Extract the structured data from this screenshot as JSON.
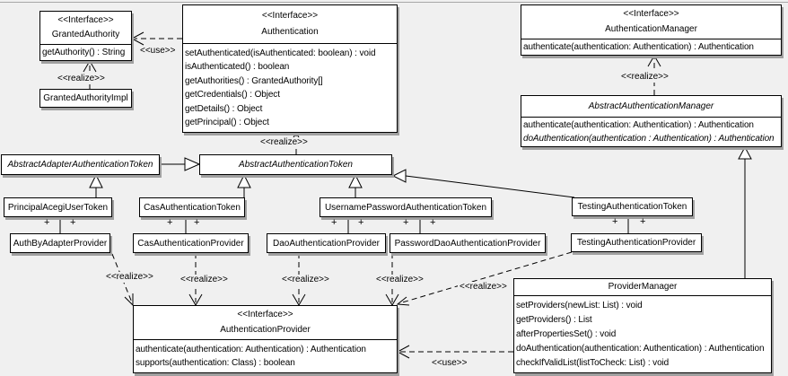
{
  "diagram": {
    "background_color": "#f0f0f0",
    "node_fill": "#ffffff",
    "border_color": "#000000",
    "shadow_color": "#a0a0a0"
  },
  "nodes": {
    "granted_authority": {
      "stereotype": "<<Interface>>",
      "name": "GrantedAuthority",
      "methods": [
        "getAuthority() : String"
      ]
    },
    "granted_authority_impl": {
      "name": "GrantedAuthorityImpl"
    },
    "authentication": {
      "stereotype": "<<Interface>>",
      "name": "Authentication",
      "methods": [
        "setAuthenticated(isAuthenticated: boolean) : void",
        "isAuthenticated() : boolean",
        "getAuthorities() : GrantedAuthority[]",
        "getCredentials() : Object",
        "getDetails() : Object",
        "getPrincipal() : Object"
      ]
    },
    "authentication_manager": {
      "stereotype": "<<Interface>>",
      "name": "AuthenticationManager",
      "methods": [
        "authenticate(authentication: Authentication) : Authentication"
      ]
    },
    "abstract_authentication_manager": {
      "name": "AbstractAuthenticationManager",
      "methods": [
        "authenticate(authentication: Authentication) : Authentication",
        "doAuthentication(authentication : Authentication) : Authentication"
      ]
    },
    "abstract_adapter_authentication_token": {
      "name": "AbstractAdapterAuthenticationToken"
    },
    "abstract_authentication_token": {
      "name": "AbstractAuthenticationToken"
    },
    "principal_acegi_user_token": {
      "name": "PrincipalAcegiUserToken"
    },
    "cas_authentication_token": {
      "name": "CasAuthenticationToken"
    },
    "username_password_authentication_token": {
      "name": "UsernamePasswordAuthenticationToken"
    },
    "testing_authentication_token": {
      "name": "TestingAuthenticationToken"
    },
    "auth_by_adapter_provider": {
      "name": "AuthByAdapterProvider"
    },
    "cas_authentication_provider": {
      "name": "CasAuthenticationProvider"
    },
    "dao_authentication_provider": {
      "name": "DaoAuthenticationProvider"
    },
    "password_dao_authentication_provider": {
      "name": "PasswordDaoAuthenticationProvider"
    },
    "testing_authentication_provider": {
      "name": "TestingAuthenticationProvider"
    },
    "authentication_provider": {
      "stereotype": "<<Interface>>",
      "name": "AuthenticationProvider",
      "methods": [
        "authenticate(authentication: Authentication) : Authentication",
        "supports(authentication: Class) : boolean"
      ]
    },
    "provider_manager": {
      "name": "ProviderManager",
      "methods": [
        "setProviders(newList: List) : void",
        "getProviders() : List",
        "afterPropertiesSet() : void",
        "doAuthentication(authentication: Authentication) : Authentication",
        "checkIfValidList(listToCheck: List) : void"
      ]
    }
  },
  "edges": {
    "use_authentication_grantedauthority": {
      "label": "<<use>>"
    },
    "realize_grantedauthorityimpl": {
      "label": "<<realize>>"
    },
    "realize_abstractauthenticationtoken": {
      "label": "<<realize>>"
    },
    "realize_abstractauthenticationmanager": {
      "label": "<<realize>>"
    },
    "realize_authbyadapterprovider": {
      "label": "<<realize>>"
    },
    "realize_casauthenticationprovider": {
      "label": "<<realize>>"
    },
    "realize_daoauthenticationprovider": {
      "label": "<<realize>>"
    },
    "realize_passworddaoauthenticationprovider": {
      "label": "<<realize>>"
    },
    "realize_testingauthenticationprovider": {
      "label": "<<realize>>"
    },
    "use_providermanager_authenticationprovider": {
      "label": "<<use>>"
    }
  },
  "associations": {
    "marker": "+"
  }
}
